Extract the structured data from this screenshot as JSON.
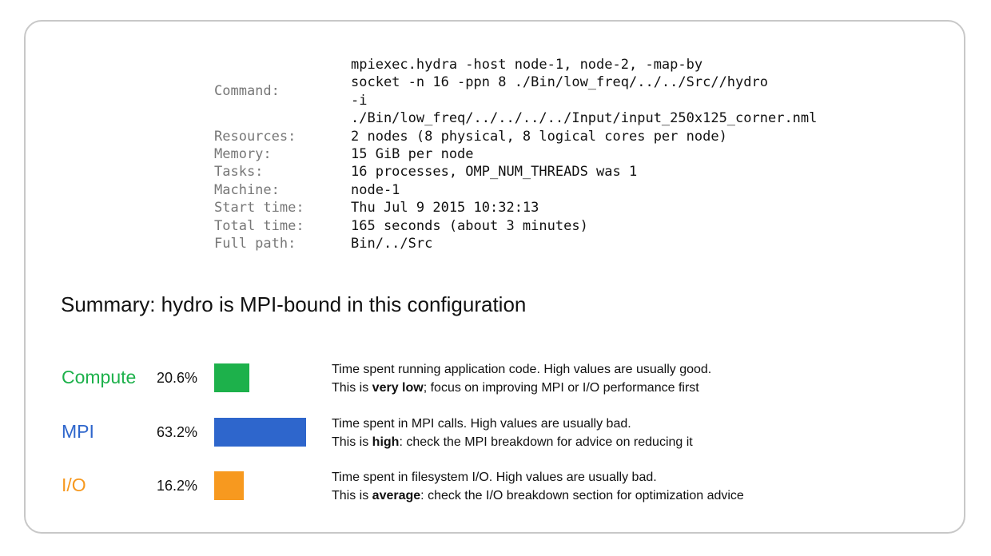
{
  "info": {
    "command_label": "Command:",
    "command_lines": [
      "mpiexec.hydra -host node-1, node-2, -map-by",
      "socket -n 16 -ppn 8 ./Bin/low_freq/../../Src//hydro",
      "-i",
      "./Bin/low_freq/../../../../Input/input_250x125_corner.nml"
    ],
    "rows": [
      {
        "label": "Resources:",
        "value": "2 nodes (8 physical, 8 logical cores per node)"
      },
      {
        "label": "Memory:",
        "value": "15 GiB per node"
      },
      {
        "label": "Tasks:",
        "value": "16 processes, OMP_NUM_THREADS was 1"
      },
      {
        "label": "Machine:",
        "value": "node-1"
      },
      {
        "label": "Start time:",
        "value": "Thu Jul 9 2015 10:32:13"
      },
      {
        "label": "Total time:",
        "value": "165 seconds (about 3 minutes)"
      },
      {
        "label": "Full path:",
        "value": "Bin/../Src"
      }
    ]
  },
  "summary": {
    "title": "Summary: hydro is MPI-bound in this configuration",
    "metrics": [
      {
        "name": "Compute",
        "percent_label": "20.6%",
        "percent": 20.6,
        "color": "#1db14b",
        "line1": "Time spent running application code. High values are usually good.",
        "line2_pre": "This is ",
        "line2_bold": "very low",
        "line2_post": "; focus on improving MPI or I/O performance first"
      },
      {
        "name": "MPI",
        "percent_label": "63.2%",
        "percent": 63.2,
        "color": "#2e66cc",
        "line1": "Time spent in MPI calls. High values are usually bad.",
        "line2_pre": "This is ",
        "line2_bold": "high",
        "line2_post": ": check the MPI breakdown for advice on reducing it"
      },
      {
        "name": "I/O",
        "percent_label": "16.2%",
        "percent": 16.2,
        "color": "#f7991f",
        "line1": "Time spent in filesystem I/O. High values are usually bad.",
        "line2_pre": "This is ",
        "line2_bold": "average",
        "line2_post": ": check the I/O breakdown section for optimization advice"
      }
    ]
  }
}
